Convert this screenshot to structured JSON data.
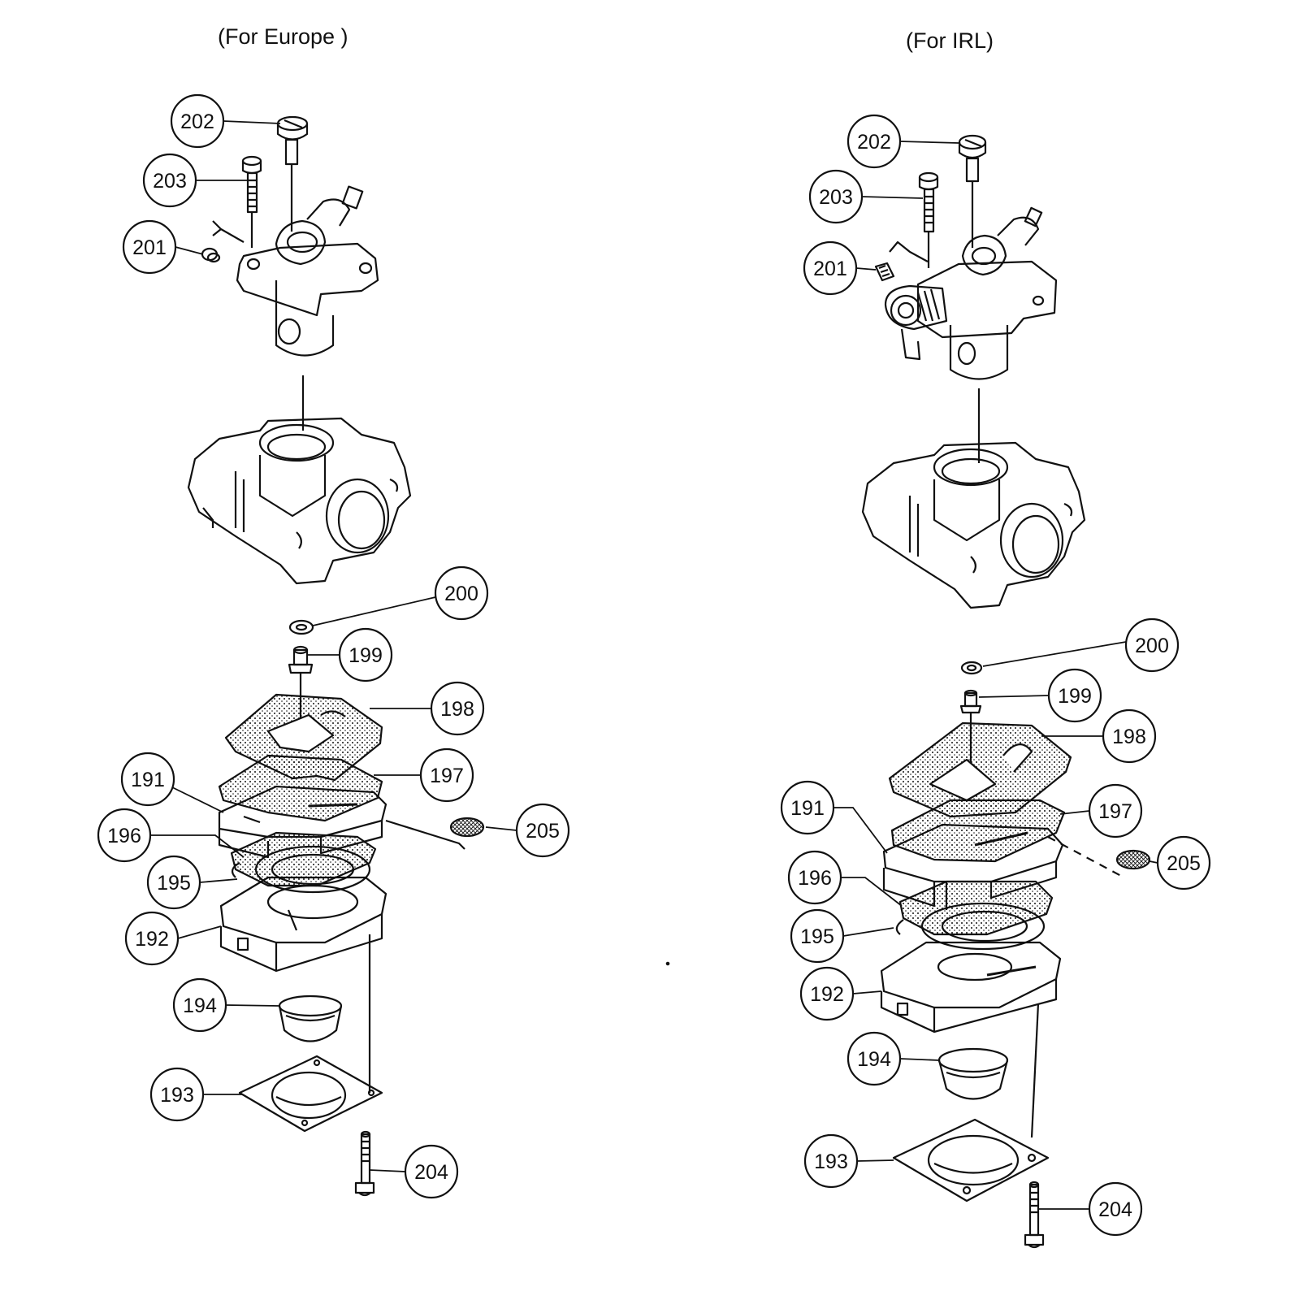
{
  "headings": {
    "europe": "(For Europe  )",
    "irl": "(For IRL)"
  },
  "callouts": {
    "europe": [
      "202",
      "203",
      "201",
      "200",
      "199",
      "198",
      "197",
      "191",
      "205",
      "196",
      "195",
      "192",
      "194",
      "193",
      "204"
    ],
    "irl": [
      "202",
      "203",
      "201",
      "200",
      "199",
      "198",
      "197",
      "191",
      "205",
      "196",
      "195",
      "192",
      "194",
      "193",
      "204"
    ]
  }
}
